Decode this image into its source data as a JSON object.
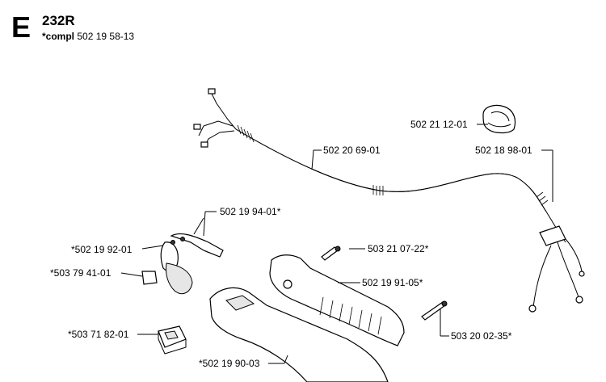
{
  "header": {
    "section_letter": "E",
    "model": "232R",
    "compl_prefix": "*compl",
    "compl_number": "502 19 58-13"
  },
  "callouts": {
    "p1": "502 21 12-01",
    "p2": "502 20 69-01",
    "p3": "502 18 98-01",
    "p4": "502 19 94-01*",
    "p5": "*502 19 92-01",
    "p6": "503 21 07-22*",
    "p7": "*503 79 41-01",
    "p8": "502 19 91-05*",
    "p9": "*503 71 82-01",
    "p10": "503 20 02-35*",
    "p11": "*502 19 90-03"
  }
}
